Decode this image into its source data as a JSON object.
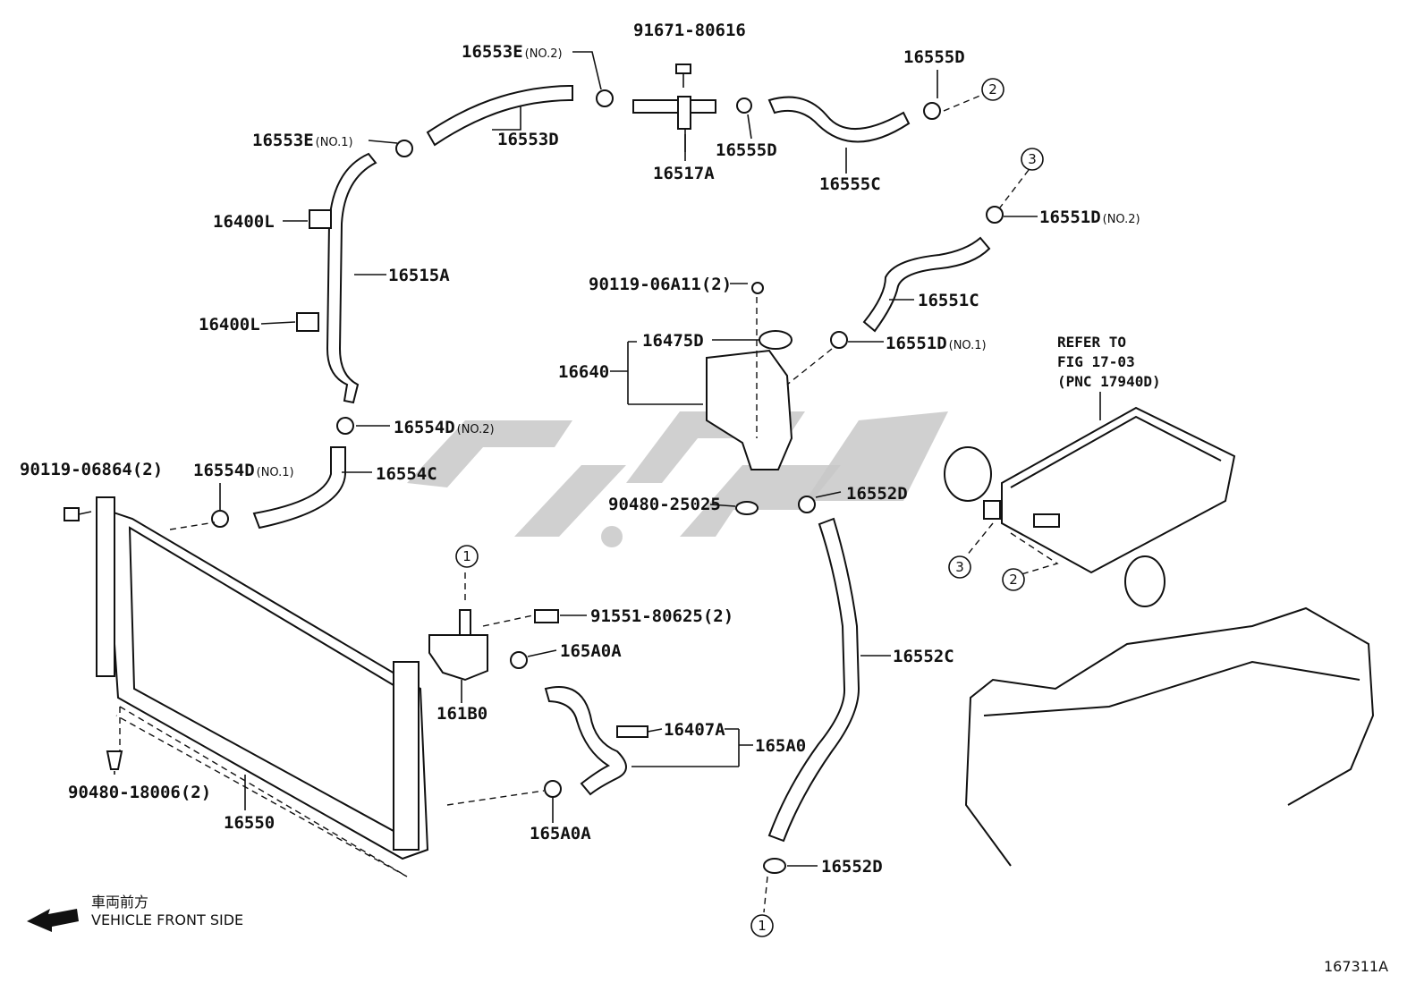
{
  "labels": [
    {
      "id": "16553E-no2",
      "part": "16553E",
      "suffix": "(NO.2)"
    },
    {
      "id": "91671-80616",
      "part": "91671-80616",
      "suffix": ""
    },
    {
      "id": "16555D-top",
      "part": "16555D",
      "suffix": ""
    },
    {
      "id": "16553E-no1",
      "part": "16553E",
      "suffix": "(NO.1)"
    },
    {
      "id": "16553D",
      "part": "16553D",
      "suffix": ""
    },
    {
      "id": "16555D-mid",
      "part": "16555D",
      "suffix": ""
    },
    {
      "id": "16517A",
      "part": "16517A",
      "suffix": ""
    },
    {
      "id": "16555C",
      "part": "16555C",
      "suffix": ""
    },
    {
      "id": "16551D-no2",
      "part": "16551D",
      "suffix": "(NO.2)"
    },
    {
      "id": "16400L-top",
      "part": "16400L",
      "suffix": ""
    },
    {
      "id": "16515A",
      "part": "16515A",
      "suffix": ""
    },
    {
      "id": "90119-06A11",
      "part": "90119-06A11(2)",
      "suffix": ""
    },
    {
      "id": "16551C",
      "part": "16551C",
      "suffix": ""
    },
    {
      "id": "16400L-bot",
      "part": "16400L",
      "suffix": ""
    },
    {
      "id": "16475D",
      "part": "16475D",
      "suffix": ""
    },
    {
      "id": "16551D-no1",
      "part": "16551D",
      "suffix": "(NO.1)"
    },
    {
      "id": "16640",
      "part": "16640",
      "suffix": ""
    },
    {
      "id": "16554D-no2",
      "part": "16554D",
      "suffix": "(NO.2)"
    },
    {
      "id": "90119-06864",
      "part": "90119-06864(2)",
      "suffix": ""
    },
    {
      "id": "16554D-no1",
      "part": "16554D",
      "suffix": "(NO.1)"
    },
    {
      "id": "16554C",
      "part": "16554C",
      "suffix": ""
    },
    {
      "id": "16552D-top",
      "part": "16552D",
      "suffix": ""
    },
    {
      "id": "90480-25025",
      "part": "90480-25025",
      "suffix": ""
    },
    {
      "id": "91551-80625",
      "part": "91551-80625(2)",
      "suffix": ""
    },
    {
      "id": "165A0A-top",
      "part": "165A0A",
      "suffix": ""
    },
    {
      "id": "16552C",
      "part": "16552C",
      "suffix": ""
    },
    {
      "id": "161B0",
      "part": "161B0",
      "suffix": ""
    },
    {
      "id": "16407A",
      "part": "16407A",
      "suffix": ""
    },
    {
      "id": "165A0",
      "part": "165A0",
      "suffix": ""
    },
    {
      "id": "90480-18006",
      "part": "90480-18006(2)",
      "suffix": ""
    },
    {
      "id": "16550",
      "part": "16550",
      "suffix": ""
    },
    {
      "id": "165A0A-bot",
      "part": "165A0A",
      "suffix": ""
    },
    {
      "id": "16552D-bot",
      "part": "16552D",
      "suffix": ""
    }
  ],
  "reference_note": [
    "REFER TO",
    "FIG 17-03",
    "(PNC 17940D)"
  ],
  "connection_markers": [
    "1",
    "2",
    "3"
  ],
  "legend": {
    "japanese": "車両前方",
    "english": "VEHICLE FRONT SIDE"
  },
  "figure_id": "167311A",
  "colors": {
    "line": "#111111",
    "watermark": "#c8c8c8",
    "background": "#ffffff"
  }
}
